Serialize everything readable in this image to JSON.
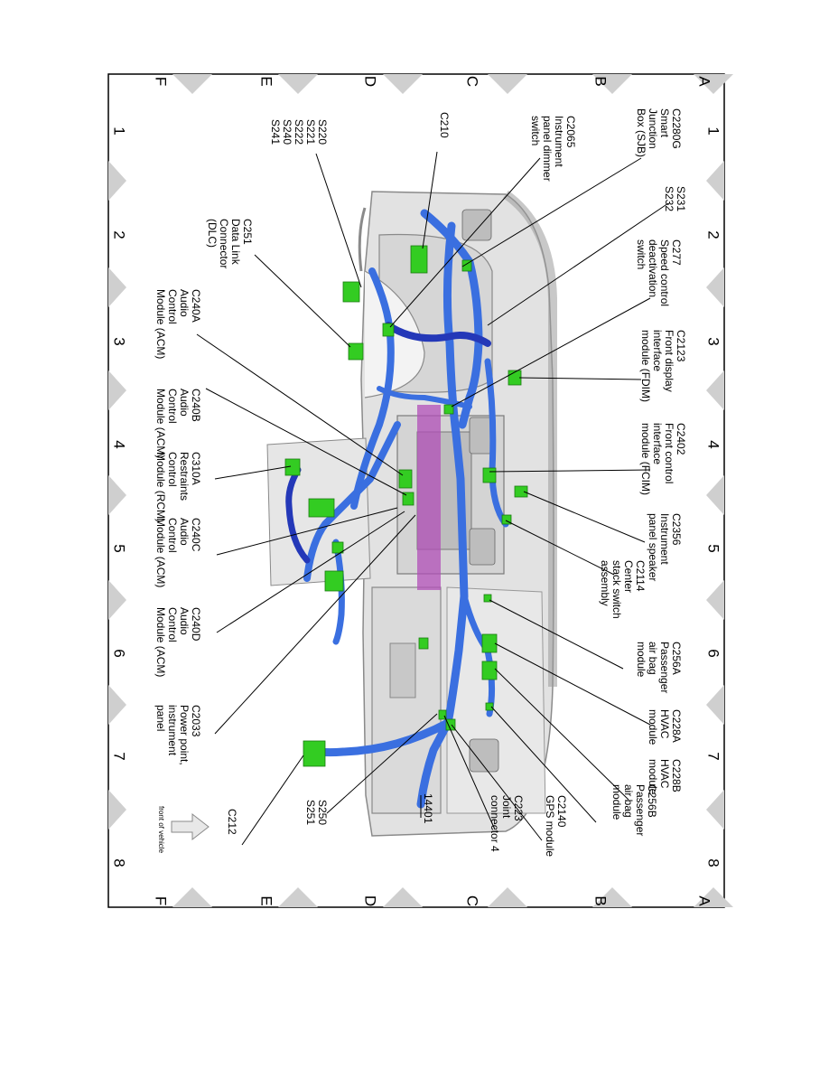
{
  "grid": {
    "rows": [
      "A",
      "B",
      "C",
      "D",
      "E",
      "F"
    ],
    "cols": [
      "1",
      "2",
      "3",
      "4",
      "5",
      "6",
      "7",
      "8"
    ]
  },
  "front_label": "front of vehicle",
  "callouts": [
    {
      "id": "c2280g",
      "lines": [
        "C2280G",
        "Smart",
        "Junction",
        "Box (SJB)"
      ]
    },
    {
      "id": "c2065",
      "lines": [
        "C2065",
        "Instrument",
        "panel dimmer",
        "switch"
      ]
    },
    {
      "id": "c210",
      "lines": [
        "C210"
      ]
    },
    {
      "id": "s220",
      "lines": [
        "S220",
        "S221",
        "S222",
        "S240",
        "S241"
      ]
    },
    {
      "id": "s231",
      "lines": [
        "S231",
        "S232"
      ]
    },
    {
      "id": "c277",
      "lines": [
        "C277",
        "Speed control",
        "deactivation",
        "switch"
      ]
    },
    {
      "id": "c251",
      "lines": [
        "C251",
        "Data Link",
        "Connector",
        "(DLC)"
      ]
    },
    {
      "id": "c240a",
      "lines": [
        "C240A",
        "Audio",
        "Control",
        "Module (ACM)"
      ]
    },
    {
      "id": "c2123",
      "lines": [
        "C2123",
        "Front display",
        "interface",
        "module (FDIM)"
      ]
    },
    {
      "id": "c240b",
      "lines": [
        "C240B",
        "Audio",
        "Control",
        "Module (ACM)"
      ]
    },
    {
      "id": "c2402",
      "lines": [
        "C2402",
        "Front control",
        "interface",
        "module (FCIM)"
      ]
    },
    {
      "id": "c310a",
      "lines": [
        "C310A",
        "Restraints",
        "Control",
        "Module (RCM)"
      ]
    },
    {
      "id": "c2356",
      "lines": [
        "C2356",
        "Instrument",
        "panel speaker"
      ]
    },
    {
      "id": "c240c",
      "lines": [
        "C240C",
        "Audio",
        "Control",
        "Module (ACM)"
      ]
    },
    {
      "id": "c2114",
      "lines": [
        "C2114",
        "Center",
        "stack switch",
        "assembly"
      ]
    },
    {
      "id": "c240d",
      "lines": [
        "C240D",
        "Audio",
        "Control",
        "Module (ACM)"
      ]
    },
    {
      "id": "c256a",
      "lines": [
        "C256A",
        "Passenger",
        "air bag",
        "module"
      ]
    },
    {
      "id": "c2033",
      "lines": [
        "C2033",
        "Power point,",
        "instrument",
        "panel"
      ]
    },
    {
      "id": "c228a",
      "lines": [
        "C228A",
        "HVAC",
        "module"
      ]
    },
    {
      "id": "c228b",
      "lines": [
        "C228B",
        "HVAC",
        "module"
      ]
    },
    {
      "id": "c256b",
      "lines": [
        "C256B",
        "Passenger",
        "air bag",
        "module"
      ]
    },
    {
      "id": "c2140",
      "lines": [
        "C2140",
        "GPS module"
      ]
    },
    {
      "id": "c223",
      "lines": [
        "C223",
        "Joint",
        "connector 4"
      ]
    },
    {
      "id": "w14401",
      "lines": [
        "14401"
      ]
    },
    {
      "id": "s250",
      "lines": [
        "S250",
        "S251"
      ]
    },
    {
      "id": "c212",
      "lines": [
        "C212"
      ]
    }
  ],
  "colors": {
    "frame": "#000000",
    "triangle": "#cfcfcf",
    "dash_body": "#e2e2e2",
    "dash_edge": "#8a8a8a",
    "harness": "#3a6fe0",
    "harness_dark": "#2438b8",
    "connector": "#33cc22",
    "duct": "#b14fb8",
    "leader": "#000000"
  }
}
